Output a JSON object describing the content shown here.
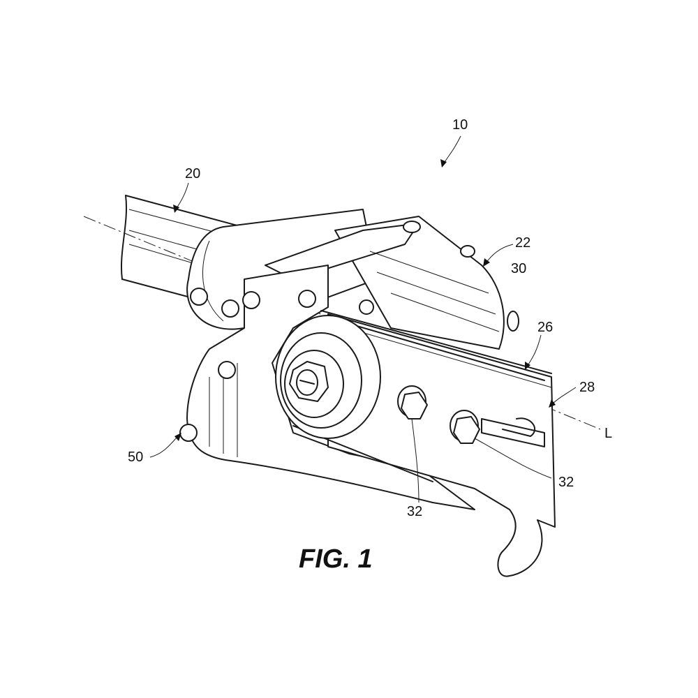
{
  "figure": {
    "title": "FIG. 1",
    "reference_numerals": {
      "assembly": "10",
      "pole": "20",
      "drive_head": "22",
      "housing": "30",
      "belt": "26",
      "blade": "28",
      "axis": "L",
      "fastener_left": "32",
      "fastener_right": "32",
      "pivot_bolt": "50"
    }
  }
}
